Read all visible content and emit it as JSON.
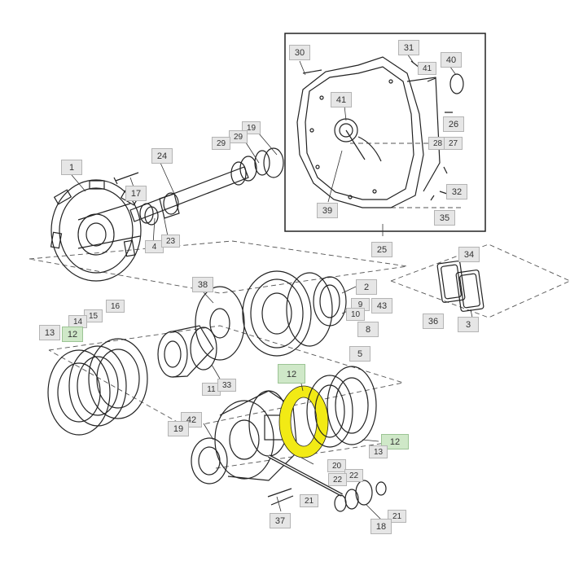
{
  "diagram": {
    "accent_color": "#f2ea15",
    "highlight_label_color": "#cfe8c8",
    "part_numbers": {
      "p1": "1",
      "p2": "2",
      "p3": "3",
      "p4": "4",
      "p5": "5",
      "p8": "8",
      "p9": "9",
      "p10": "10",
      "p11": "11",
      "p12": "12",
      "p13": "13",
      "p14": "14",
      "p15": "15",
      "p16": "16",
      "p17": "17",
      "p18": "18",
      "p19": "19",
      "p20": "20",
      "p21": "21",
      "p22": "22",
      "p23": "23",
      "p24": "24",
      "p25": "25",
      "p26": "26",
      "p27": "27",
      "p28": "28",
      "p29": "29",
      "p30": "30",
      "p31": "31",
      "p32": "32",
      "p33": "33",
      "p34": "34",
      "p35": "35",
      "p36": "36",
      "p37": "37",
      "p38": "38",
      "p39": "39",
      "p40": "40",
      "p41": "41",
      "p42": "42",
      "p43": "43"
    }
  }
}
